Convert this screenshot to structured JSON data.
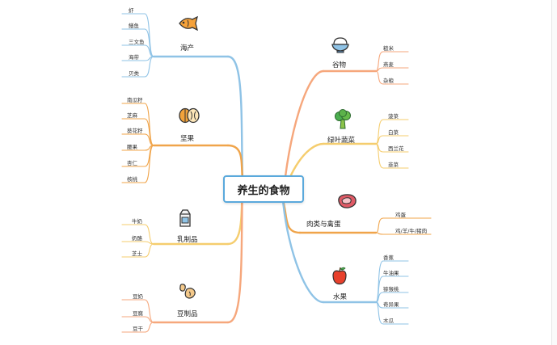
{
  "center": {
    "title": "养生的食物"
  },
  "left": [
    {
      "id": "seafood",
      "label": "海产",
      "icon": "fish-icon",
      "color": "#8fc3e6",
      "items": [
        "虾",
        "鳝鱼",
        "三文鱼",
        "海带",
        "贝类"
      ]
    },
    {
      "id": "nuts",
      "label": "坚果",
      "icon": "nuts-icon",
      "color": "#f0a44a",
      "items": [
        "南瓜籽",
        "芝麻",
        "葵花籽",
        "腰果",
        "杏仁",
        "核桃"
      ]
    },
    {
      "id": "dairy",
      "label": "乳制品",
      "icon": "milk-carton-icon",
      "color": "#f5cd6e",
      "items": [
        "牛奶",
        "奶酪",
        "芝士"
      ]
    },
    {
      "id": "soy",
      "label": "豆制品",
      "icon": "beans-icon",
      "color": "#f6a77c",
      "items": [
        "豆奶",
        "豆腐",
        "豆干"
      ]
    }
  ],
  "right": [
    {
      "id": "grains",
      "label": "谷物",
      "icon": "rice-bowl-icon",
      "color": "#f6a77c",
      "items": [
        "糙米",
        "燕麦",
        "杂粮"
      ]
    },
    {
      "id": "greens",
      "label": "绿叶蔬菜",
      "icon": "broccoli-icon",
      "color": "#f5cd6e",
      "items": [
        "菠菜",
        "白菜",
        "西兰花",
        "韭菜"
      ]
    },
    {
      "id": "meat",
      "label": "肉类与禽蛋",
      "icon": "meat-icon",
      "color": "#f0a44a",
      "items": [
        "鸡蛋",
        "鸡/羊/牛/猪肉"
      ]
    },
    {
      "id": "fruit",
      "label": "水果",
      "icon": "apple-icon",
      "color": "#8fc3e6",
      "items": [
        "香蕉",
        "牛油果",
        "猕猴桃",
        "奇异果",
        "木瓜"
      ]
    }
  ]
}
